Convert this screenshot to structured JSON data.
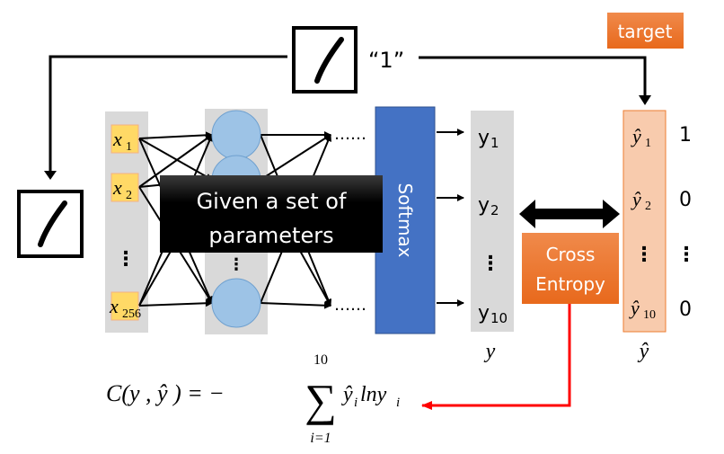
{
  "input_image": {
    "label_quote": "“1”"
  },
  "target_label": "target",
  "inputs": [
    {
      "var": "x",
      "sub": "1"
    },
    {
      "var": "x",
      "sub": "2"
    },
    {
      "var": "x",
      "sub": "256"
    }
  ],
  "ellipsis": "……",
  "overlay_text": {
    "line1": "Given a set of",
    "line2": "parameters"
  },
  "softmax_label": "Softmax",
  "outputs": [
    {
      "var": "y",
      "sub": "1"
    },
    {
      "var": "y",
      "sub": "2"
    },
    {
      "var": "y",
      "sub": "10"
    }
  ],
  "output_vector_label": "y",
  "cross_entropy": {
    "line1": "Cross",
    "line2": "Entropy"
  },
  "targets": [
    {
      "var": "ŷ",
      "sub": "1",
      "value": "1"
    },
    {
      "var": "ŷ",
      "sub": "2",
      "value": "0"
    },
    {
      "var": "ŷ",
      "sub": "10",
      "value": "0"
    }
  ],
  "target_vector_label": "ŷ",
  "formula": {
    "lhs": "C(y , ŷ ) = −",
    "sum_symbol": "∑",
    "sum_upper": "10",
    "sum_lower": "i=1",
    "term_hat": "ŷ",
    "term_hat_sub": "i",
    "term_ln": "lny",
    "term_ln_sub": "i"
  },
  "colors": {
    "orange": "#ED7D31",
    "softmax_blue": "#4472C4",
    "neuron_blue": "#9DC3E6",
    "column_gray": "#D9D9D9",
    "input_yellow": "#FFD966",
    "target_column": "#F8CBAD",
    "red_arrow": "#FF0000"
  }
}
